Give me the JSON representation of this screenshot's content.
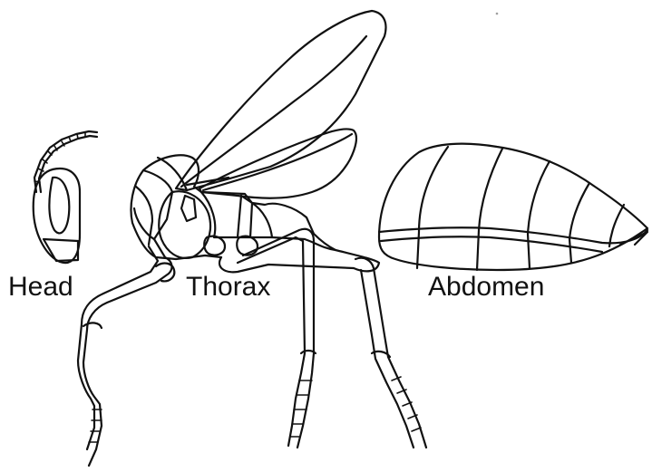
{
  "labels": {
    "head": "Head",
    "thorax": "Thorax",
    "abdomen": "Abdomen"
  },
  "colors": {
    "ink": "#111111",
    "background": "#ffffff"
  }
}
